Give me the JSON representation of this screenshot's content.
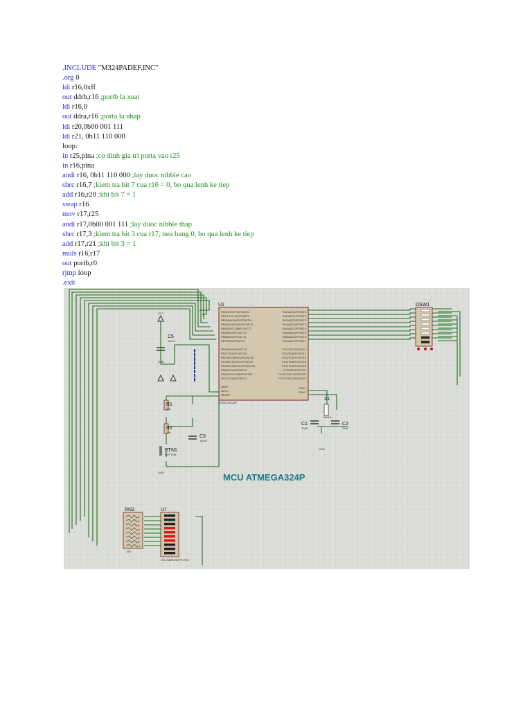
{
  "code_lines": [
    [
      {
        "t": ".INCLUDE ",
        "c": "kw"
      },
      {
        "t": "\"M324PADEF.INC\"",
        "c": "op"
      }
    ],
    [
      {
        "t": ".org ",
        "c": "kw"
      },
      {
        "t": "0",
        "c": "op"
      }
    ],
    [
      {
        "t": "ldi ",
        "c": "kw"
      },
      {
        "t": "r16,0xff",
        "c": "op"
      }
    ],
    [
      {
        "t": "out ",
        "c": "kw"
      },
      {
        "t": "ddrb,r16 ",
        "c": "op"
      },
      {
        "t": ";portb la xuat",
        "c": "cm"
      }
    ],
    [
      {
        "t": "ldi ",
        "c": "kw"
      },
      {
        "t": "r16,0",
        "c": "op"
      }
    ],
    [
      {
        "t": "out ",
        "c": "kw"
      },
      {
        "t": "ddra,r16 ",
        "c": "op"
      },
      {
        "t": ";porta la nhap",
        "c": "cm"
      }
    ],
    [
      {
        "t": "ldi ",
        "c": "kw"
      },
      {
        "t": "r20,0b00 001 111",
        "c": "op"
      }
    ],
    [
      {
        "t": "ldi ",
        "c": "kw"
      },
      {
        "t": "r21, 0b11 110 000",
        "c": "op"
      }
    ],
    [
      {
        "t": "loop:",
        "c": "op"
      }
    ],
    [
      {
        "t": "in ",
        "c": "kw"
      },
      {
        "t": "r25,pina ",
        "c": "op"
      },
      {
        "t": ";co dinh gia tri porta vao r25",
        "c": "cm"
      }
    ],
    [
      {
        "t": "in ",
        "c": "kw"
      },
      {
        "t": "r16,pina",
        "c": "op"
      }
    ],
    [
      {
        "t": "andi ",
        "c": "kw"
      },
      {
        "t": "r16, 0b11 110 000 ",
        "c": "op"
      },
      {
        "t": ";lay duoc nibble cao",
        "c": "cm"
      }
    ],
    [
      {
        "t": "sbrc ",
        "c": "kw"
      },
      {
        "t": "r16,7 ",
        "c": "op"
      },
      {
        "t": ";kiem tra bit 7 cua r16 = 0, bo qua lenh ke tiep",
        "c": "cm"
      }
    ],
    [
      {
        "t": "add ",
        "c": "kw"
      },
      {
        "t": "r16,r20 ",
        "c": "op"
      },
      {
        "t": ";khi bit 7 = 1",
        "c": "cm"
      }
    ],
    [
      {
        "t": "swap ",
        "c": "kw"
      },
      {
        "t": "r16",
        "c": "op"
      }
    ],
    [
      {
        "t": "mov ",
        "c": "kw"
      },
      {
        "t": "r17,r25",
        "c": "op"
      }
    ],
    [
      {
        "t": "andi ",
        "c": "kw"
      },
      {
        "t": "r17,0b00 001 111 ",
        "c": "op"
      },
      {
        "t": ";lay duoc nibble thap",
        "c": "cm"
      }
    ],
    [
      {
        "t": "sbrc ",
        "c": "kw"
      },
      {
        "t": "r17,3 ",
        "c": "op"
      },
      {
        "t": ";kiem tra bit 3 cua r17, neu bang 0, bo qua lenh ke tiep",
        "c": "cm"
      }
    ],
    [
      {
        "t": "add ",
        "c": "kw"
      },
      {
        "t": "r17,r21 ",
        "c": "op"
      },
      {
        "t": ";khi bit 3 = 1",
        "c": "cm"
      }
    ],
    [
      {
        "t": "muls ",
        "c": "kw"
      },
      {
        "t": "r16,r17",
        "c": "op"
      }
    ],
    [
      {
        "t": "out ",
        "c": "kw"
      },
      {
        "t": "portb,r0",
        "c": "op"
      }
    ],
    [
      {
        "t": "rjmp ",
        "c": "kw"
      },
      {
        "t": "loop",
        "c": "op"
      }
    ],
    [
      {
        "t": ".exit",
        "c": "kw"
      }
    ]
  ],
  "colors": {
    "keyword": "#2b2bd8",
    "comment": "#1f8a1f",
    "text": "#111111",
    "wire": "#1e6b1e",
    "grid": "#c7cbc3",
    "chip": "#d6c9b0",
    "title": "#1a7a8a"
  },
  "schematic": {
    "title": "MCU ATMEGA324P",
    "mcu": {
      "ref": "U1",
      "part": "ATMEGA324P",
      "left_pins": [
        "PB0/XCK0/T0/PCINT8",
        "PB1/T1/CLKO/PCINT9",
        "PB2/AIN0/INT2/PCINT10",
        "PB3/AIN1/OC0A/PCINT11",
        "PB4/SS/OC0B/PCINT12",
        "PB5/MOSI/PCINT13",
        "PB6/MISO/PCINT14",
        "PB7/SCK/PCINT15"
      ],
      "left_pins2": [
        "PD0/RXD0/PCINT24",
        "PD1/TXD0/PCINT25",
        "PD2/INT0/RXD1/PCINT26",
        "PD3/INT1/TXD1/PCINT27",
        "PD4/OC1B/XCK1/PCINT28",
        "PD5/OC1A/PCINT29",
        "PD6/ICP/OC2B/PCINT30",
        "PD7/OC2A/PCINT31"
      ],
      "right_pins": [
        "PA0/ADC0/PCINT0",
        "PA1/ADC1/PCINT1",
        "PA2/ADC2/PCINT2",
        "PA3/ADC3/PCINT3",
        "PA4/ADC4/PCINT4",
        "PA5/ADC5/PCINT5",
        "PA6/ADC6/PCINT6",
        "PA7/ADC7/PCINT7"
      ],
      "right_pins2": [
        "PC0/SCL/PCINT16",
        "PC1/SDA/PCINT17",
        "PC2/TCK/PCINT18",
        "PC3/TMS/PCINT19",
        "PC4/TDO/PCINT20",
        "PC5/TDI/PCINT21",
        "PC6/TOSC1/PCINT22",
        "PC7/TOSC2/PCINT23"
      ],
      "bottom_left": [
        "AREF",
        "AVCC",
        "RESET"
      ],
      "bottom_right": [
        "XTAL1",
        "XTAL2"
      ]
    },
    "labels": {
      "dsw": "DSW1",
      "c5": "C5",
      "c5v": "100nF",
      "r1": "R1",
      "r1v": "10k",
      "r2": "R2",
      "r2v": "10k",
      "c3": "C3",
      "c3v": "100nF",
      "btn": "BTN1",
      "btnv": "BUTTON",
      "x1": "X1",
      "x1v": "16MHz",
      "c1": "C1",
      "c1v": "22pF",
      "c2": "C2",
      "c2v": "22pF",
      "rn": "RN3",
      "rnv": "330",
      "u7": "U7",
      "u7v": "LED-BARGRAPH-RED",
      "gnd": "GND",
      "vcc": "VCC"
    }
  }
}
